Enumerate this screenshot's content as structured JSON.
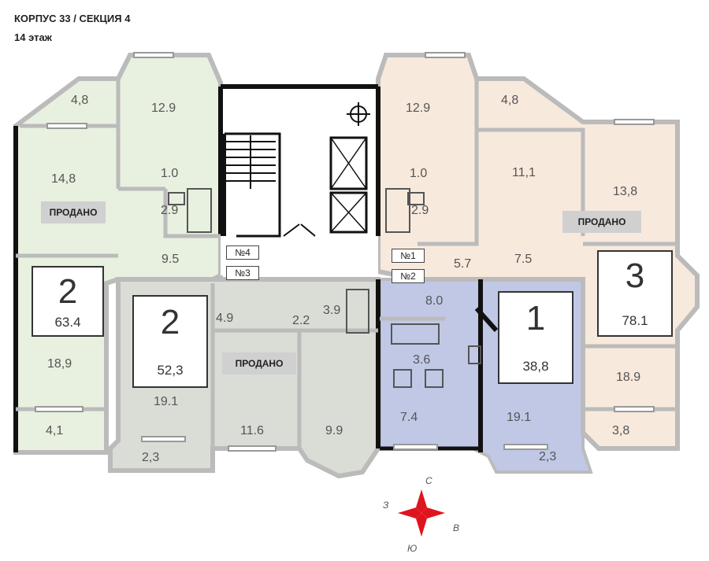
{
  "header": {
    "building": "КОРПУС 33 / СЕКЦИЯ 4",
    "floor": "14 этаж"
  },
  "colors": {
    "green": "#e8f0df",
    "grey": "#d9ddd6",
    "peach": "#f7e9dc",
    "blue": "#c0c8e6",
    "wall": "#bbbbbb",
    "dark": "#111111",
    "compass": "#e0141e"
  },
  "apartments": [
    {
      "id": "left",
      "rooms": "2",
      "area": "63.4",
      "status": "ПРОДАНО",
      "room_areas": [
        "4,8",
        "12.9",
        "14,8",
        "1.0",
        "2.9",
        "9.5",
        "18,9",
        "4,1"
      ]
    },
    {
      "id": "center-left",
      "rooms": "2",
      "area": "52,3",
      "status": "ПРОДАНО",
      "room_areas": [
        "4.9",
        "2.2",
        "3.9",
        "19.1",
        "11.6",
        "9.9",
        "2,3"
      ]
    },
    {
      "id": "center-right",
      "rooms": "1",
      "area": "38,8",
      "status": "",
      "room_areas": [
        "8.0",
        "3.6",
        "7.4",
        "19.1",
        "2,3"
      ]
    },
    {
      "id": "right",
      "rooms": "3",
      "area": "78.1",
      "status": "ПРОДАНО",
      "room_areas": [
        "12.9",
        "4,8",
        "1.0",
        "2.9",
        "11,1",
        "13,8",
        "5.7",
        "7.5",
        "18.9",
        "3,8"
      ]
    }
  ],
  "apartment_numbers": [
    "№4",
    "№3",
    "№1",
    "№2"
  ],
  "compass": {
    "n": "С",
    "s": "Ю",
    "e": "В",
    "w": "З"
  }
}
